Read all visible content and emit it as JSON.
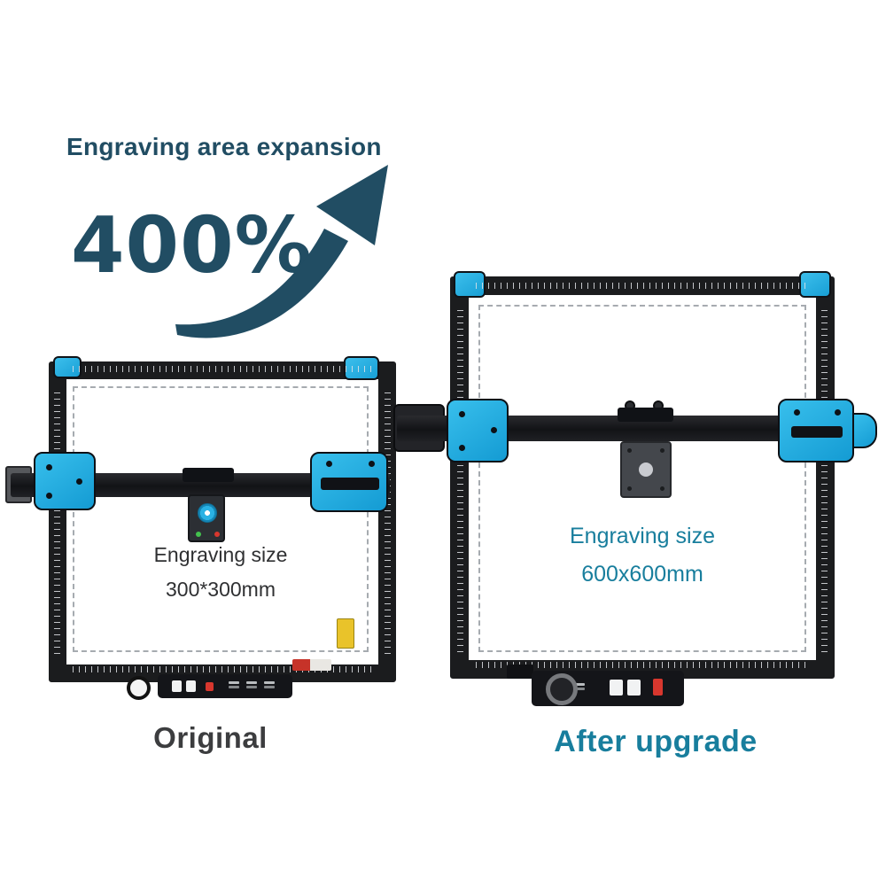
{
  "header": {
    "title": "Engraving area expansion",
    "percentage": "400%",
    "arrow_icon": "curved-up-right-arrow",
    "text_color": "#214d63"
  },
  "comparison": {
    "original": {
      "engraving_size_label": "Engraving size",
      "engraving_size_value": "300*300mm",
      "caption": "Original",
      "caption_color": "#3c3d3f"
    },
    "upgraded": {
      "engraving_size_label": "Engraving size",
      "engraving_size_value": "600x600mm",
      "caption": "After upgrade",
      "caption_color": "#187e9d"
    }
  },
  "colors": {
    "accent_blue": "#2ab2e4",
    "frame_black": "#1b1c1e",
    "teal": "#187e9d",
    "dark_teal": "#214d63",
    "dashed_outline": "#a6abb0"
  }
}
